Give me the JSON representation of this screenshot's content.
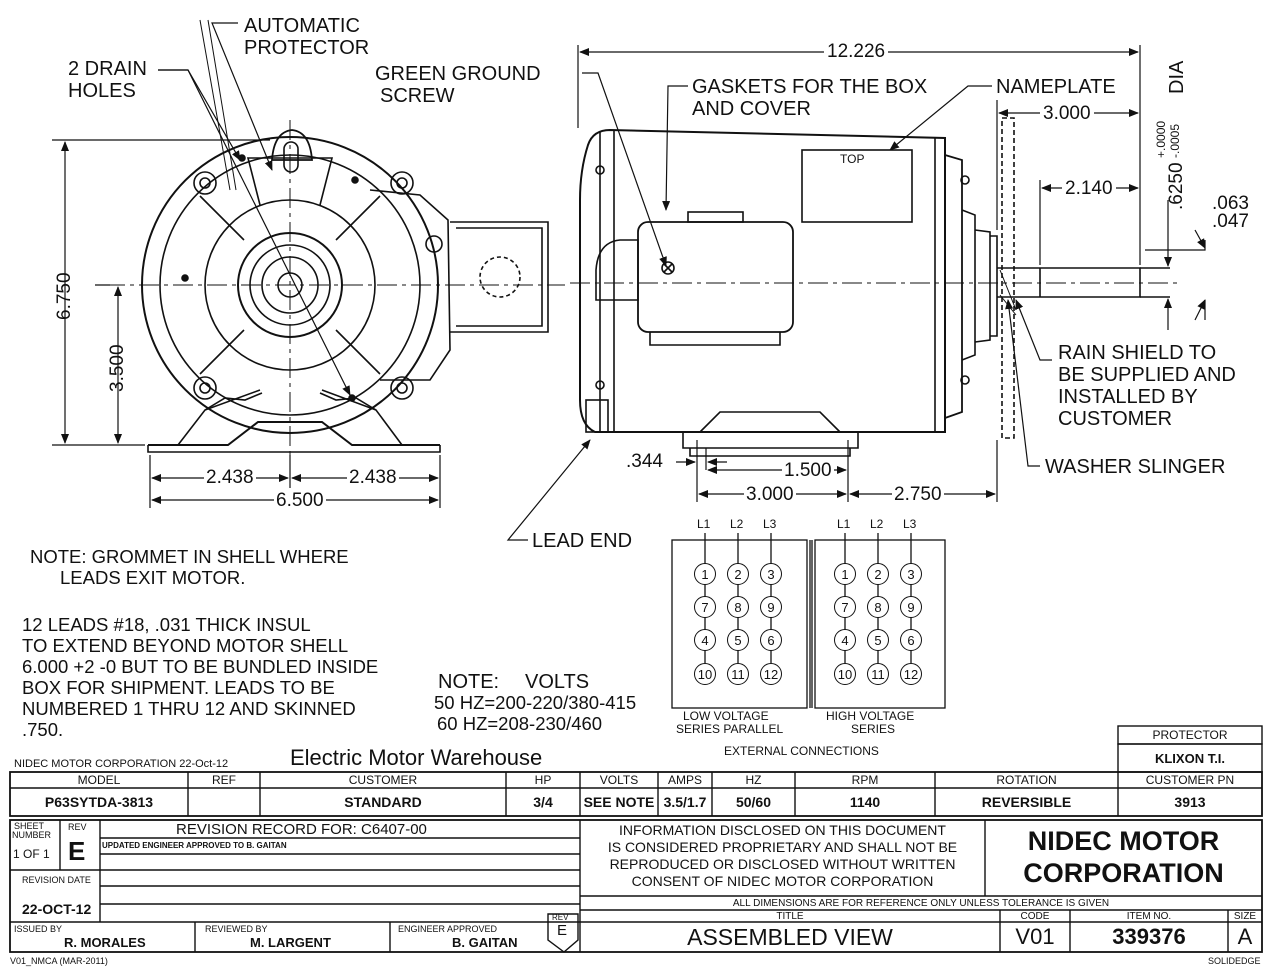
{
  "labels": {
    "automatic_protector_l1": "AUTOMATIC",
    "automatic_protector_l2": "PROTECTOR",
    "drain_holes_l1": "2 DRAIN",
    "drain_holes_l2": "HOLES",
    "green_ground_l1": "GREEN GROUND",
    "green_ground_l2": "SCREW",
    "gaskets_l1": "GASKETS FOR THE BOX",
    "gaskets_l2": "AND COVER",
    "nameplate": "NAMEPLATE",
    "top": "TOP",
    "rain_shield_l1": "RAIN SHIELD TO",
    "rain_shield_l2": "BE SUPPLIED AND",
    "rain_shield_l3": "INSTALLED BY",
    "rain_shield_l4": "CUSTOMER",
    "washer_slinger": "WASHER SLINGER",
    "lead_end": "LEAD END",
    "dia": "DIA"
  },
  "dimensions": {
    "overall_length": "12.226",
    "shaft_length": "3.000",
    "flat_length": "2.140",
    "shaft_dia": ".6250",
    "tol_plus": "+.0000",
    "tol_minus": "-.0005",
    "tol_063": ".063",
    "tol_047": ".047",
    "height": "6.750",
    "center_height": "3.500",
    "half_width_left": "2.438",
    "half_width_right": "2.438",
    "base_width": "6.500",
    "slot_344": ".344",
    "slot_1500": "1.500",
    "foot_3000": "3.000",
    "foot_2750": "2.750"
  },
  "notes": {
    "grommet_l1": "NOTE: GROMMET IN SHELL WHERE",
    "grommet_l2": "LEADS EXIT MOTOR.",
    "leads_l1": "12 LEADS #18, .031 THICK INSUL",
    "leads_l2": "TO EXTEND BEYOND MOTOR SHELL",
    "leads_l3": "6.000 +2 -0 BUT TO BE BUNDLED INSIDE",
    "leads_l4": "BOX FOR SHIPMENT. LEADS TO BE",
    "leads_l5": "NUMBERED 1 THRU 12 AND SKINNED",
    "leads_l6": ".750.",
    "volts_title_a": "NOTE:",
    "volts_title_b": "VOLTS",
    "volts_50": "50 HZ=200-220/380-415",
    "volts_60": "60 HZ=208-230/460"
  },
  "connections": {
    "leads": [
      "L1",
      "L2",
      "L3"
    ],
    "low_rows": [
      [
        "1",
        "2",
        "3"
      ],
      [
        "7",
        "8",
        "9"
      ],
      [
        "4",
        "5",
        "6"
      ],
      [
        "10",
        "11",
        "12"
      ]
    ],
    "high_rows": [
      [
        "1",
        "2",
        "3"
      ],
      [
        "7",
        "8",
        "9"
      ],
      [
        "4",
        "5",
        "6"
      ],
      [
        "10",
        "11",
        "12"
      ]
    ],
    "low_label_l1": "LOW VOLTAGE",
    "low_label_l2": "SERIES PARALLEL",
    "high_label_l1": "HIGH VOLTAGE",
    "high_label_l2": "SERIES",
    "caption": "EXTERNAL CONNECTIONS"
  },
  "title_block": {
    "company_line": "NIDEC MOTOR CORPORATION 22-Oct-12",
    "watermark": "Electric Motor Warehouse",
    "protector_hdr": "PROTECTOR",
    "protector_val": "KLIXON T.I.",
    "headers": [
      "MODEL",
      "REF",
      "CUSTOMER",
      "HP",
      "VOLTS",
      "AMPS",
      "HZ",
      "RPM",
      "ROTATION",
      "CUSTOMER PN"
    ],
    "values": [
      "P63SYTDA-3813",
      "",
      "STANDARD",
      "3/4",
      "SEE NOTE",
      "3.5/1.7",
      "50/60",
      "1140",
      "REVERSIBLE",
      "3913"
    ],
    "sheet_number_l1": "SHEET",
    "sheet_number_l2": "NUMBER",
    "rev_label": "REV",
    "sheet_of": "1 OF 1",
    "rev_letter": "E",
    "revision_record": "REVISION RECORD FOR: C6407-00",
    "revision_entry": "UPDATED ENGINEER APPROVED TO B. GAITAN",
    "revision_date_label": "REVISION DATE",
    "revision_date": "22-OCT-12",
    "disclaimer_l1": "INFORMATION DISCLOSED ON THIS DOCUMENT",
    "disclaimer_l2": "IS CONSIDERED PROPRIETARY AND SHALL NOT BE",
    "disclaimer_l3": "REPRODUCED OR DISCLOSED WITHOUT WRITTEN",
    "disclaimer_l4": "CONSENT OF NIDEC MOTOR CORPORATION",
    "company_l1": "NIDEC MOTOR",
    "company_l2": "CORPORATION",
    "ref_note": "ALL DIMENSIONS ARE FOR REFERENCE ONLY UNLESS TOLERANCE IS GIVEN",
    "issued_by_label": "ISSUED BY",
    "issued_by": "R. MORALES",
    "reviewed_by_label": "REVIEWED BY",
    "reviewed_by": "M. LARGENT",
    "engineer_label": "ENGINEER APPROVED",
    "engineer": "B. GAITAN",
    "rev_box_label": "REV",
    "rev_box_letter": "E",
    "title_label": "TITLE",
    "title": "ASSEMBLED VIEW",
    "code_label": "CODE",
    "code": "V01",
    "item_label": "ITEM NO.",
    "item": "339376",
    "size_label": "SIZE",
    "size": "A",
    "form_id": "V01_NMCA (MAR-2011)",
    "software": "SOLIDEDGE"
  }
}
